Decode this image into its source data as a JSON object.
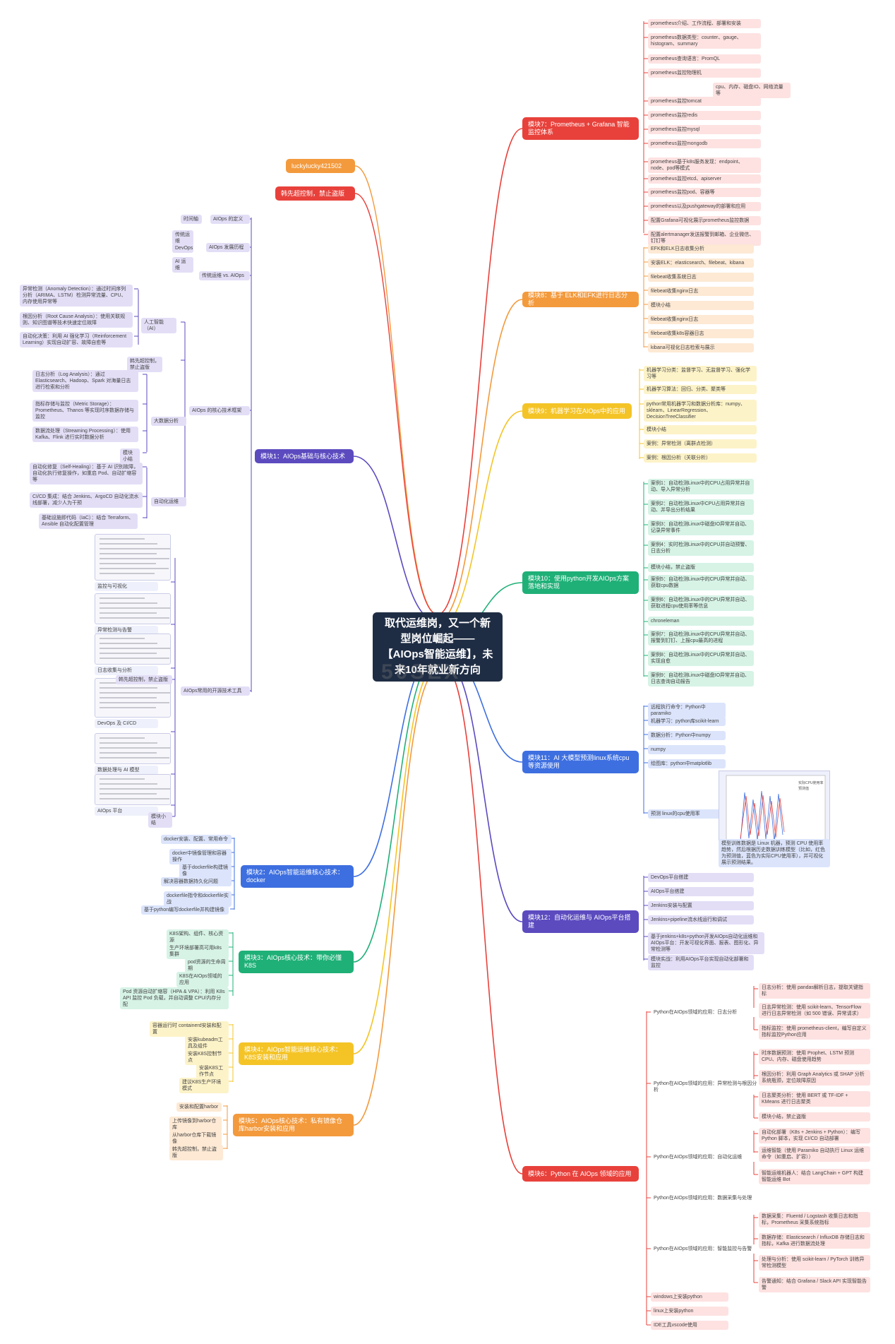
{
  "center": {
    "title": "取代运维岗，又一个新型岗位崛起——【AIOps智能运维】，未来10年就业新方向",
    "watermark": "50SEX"
  },
  "colors": {
    "red": "#e8413b",
    "orange": "#f39a3d",
    "yellow": "#f4c427",
    "green": "#1fb077",
    "blue": "#3e6fe0",
    "purple": "#5b4bbf",
    "center": "#1f2d44"
  },
  "left_top": [
    {
      "label": "luckylucky421502",
      "color": "orange"
    },
    {
      "label": "韩先超控制，禁止盗版",
      "color": "red"
    }
  ],
  "modules": {
    "m1": {
      "label": "模块1：AIOps基础与核心技术"
    },
    "m2": {
      "label": "模块2：AIOps智能运维核心技术：docker"
    },
    "m3": {
      "label": "模块3：AIOps核心技术：带你必懂K8S"
    },
    "m4": {
      "label": "模块4：AIOps智能运维核心技术：K8S安装和应用"
    },
    "m5": {
      "label": "模块5：AIOps核心技术：私有镜像仓库harbor安装和应用"
    },
    "m6": {
      "label": "模块6：Python 在 AIOps 领域的应用"
    },
    "m7": {
      "label": "模块7：Prometheus + Grafana 智能监控体系"
    },
    "m8": {
      "label": "模块8：基于 ELK和EFK进行日志分析"
    },
    "m9": {
      "label": "模块9：机器学习在AIOps中的应用"
    },
    "m10": {
      "label": "模块10：使用python开发AIOps方案落地和实现"
    },
    "m11": {
      "label": "模块11：AI 大模型预测linux系统cpu等资源使用"
    },
    "m12": {
      "label": "模块12：自动化运维与 AIOps平台搭建"
    }
  },
  "m7_items": [
    "prometheus介绍、工作流程、部署和安装",
    "prometheus数据类型：counter、gauge、histogram、summary",
    "prometheus查询语言：PromQL",
    "prometheus监控物理机",
    "cpu、内存、磁盘IO、网络流量等",
    "prometheus监控tomcat",
    "prometheus监控redis",
    "prometheus监控mysql",
    "prometheus监控mongodb",
    "prometheus基于k8s服务发现：endpoint、node、pod等模式",
    "prometheus监控etcd、apiserver",
    "prometheus监控pod、容器等",
    "prometheus以及pushgateway的部署和应用",
    "配置Grafana可视化展示prometheus监控数据",
    "配置alertmanager发送报警到邮箱、企业微信、钉钉等"
  ],
  "m8_items": [
    "EFK和ELK日志收集分析",
    "安装ELK：elasticsearch、filebeat、kibana",
    "filebeat收集系统日志",
    "filebeat收集nginx日志",
    "模块小结",
    "filebeat收集nginx日志",
    "filebeat收集k8s容器日志",
    "kibana可视化日志检索与展示"
  ],
  "m9_items": [
    "机器学习分类：监督学习、无监督学习、强化学习等",
    "机器学习算法：回归、分类、聚类等",
    "python常用机器学习和数据分析库：numpy、sklearn、LinearRegression、DecisionTreeClassifier",
    "模块小结",
    "案例：异常检测（离群点检测）",
    "案例：根因分析（关联分析）"
  ],
  "m10_items": [
    "案例1：自动检测Linux中的CPU占用异常并自动、导入异常分析",
    "案例2：自动检测Linux中CPU占用异常并自动、并导出分析结果",
    "案例3：自动检测Linux中磁盘IO异常并自动、记录异常事件",
    "案例4：实时检测Linux中的CPU并自动预警、日志分析",
    "模块小结，禁止盗版",
    "案例5：自动检测Linux中的CPU异常并自动、获取cpu数据",
    "案例6：自动检测Linux中的CPU异常并自动、获取进程cpu使用率等信息",
    "chroneleman",
    "案例7：自动检测Linux中的CPU异常并自动、报警到钉钉、上报cpu最高的进程",
    "案例8：自动检测Linux中的CPU异常并自动、实现自愈",
    "案例9：自动检测Linux中磁盘IO异常并自动、日志查询自动报告"
  ],
  "m11_items": [
    "远程执行命令：Python中paramiko",
    "机器学习：python库scikit-learn",
    "数据分析：Python中numpy",
    "numpy",
    "绘图库：python中matplotlib",
    "预测 linux的cpu使用率"
  ],
  "m11_caption": "模型训练数据是 Linux 机器，预测 CPU 使用率趋势，然后根据历史数据训练模型（比如，红色为预测值，蓝色为实际CPU使用率），并可视化展示预测结果。",
  "m12_items": [
    "DevOps平台搭建",
    "AIOps平台搭建",
    "Jenkins安装与配置",
    "Jenkins+pipeline流水线运行和调试",
    "基于jenkins+k8s+python开发AIOps自动化运维和AIOps平台：开发可视化界面、报表、图形化、异常检测等",
    "模块实战：利用AIOps平台实现自动化部署和监控"
  ],
  "m6_groups": [
    {
      "label": "Python在AIOps领域的应用：日志分析",
      "items": [
        "日志分析：使用 pandas解析日志，提取关键指标",
        "日志异常检测：使用 scikit-learn、TensorFlow 进行日志异常检测（如 500 错误、异常请求）",
        "指标监控：使用 prometheus-client，编写自定义指标监控Python应用"
      ]
    },
    {
      "label": "Python在AIOps领域的应用：异常检测与根因分析",
      "items": [
        "时序数据预测：使用 Prophet、LSTM 预测 CPU、内存、磁盘使用趋势",
        "根因分析：利用 Graph Analytics 或 SHAP 分析系统瓶颈，定位故障原因",
        "日志聚类分析：使用 BERT 或 TF-IDF + KMeans 进行日志聚类",
        "模块小结，禁止盗版"
      ]
    },
    {
      "label": "Python在AIOps领域的应用：自动化运维",
      "items": [
        "自动化部署（K8s + Jenkins + Python）：编写 Python 脚本，实现 CI/CD 自动部署",
        "运维智能（使用 Paramiko 自动执行 Linux 运维命令（如重启、扩容））",
        "智能运维机器人：结合 LangChain + GPT 构建智能运维 Bot"
      ]
    },
    {
      "label": "Python在AIOps领域的应用：数据采集与处理",
      "items": []
    },
    {
      "label": "Python在AIOps领域的应用：智能监控与告警",
      "items": [
        "数据采集：Fluentd / Logstash 收集日志和指标，Prometheus 采集系统指标",
        "数据存储：Elasticsearch / InfluxDB 存储日志和指标，Kafka 进行数据流处理",
        "处理与分析：使用 scikit-learn / PyTorch 训练异常检测模型",
        "告警通知：结合 Grafana / Slack API 实现智能告警"
      ]
    }
  ],
  "m6_tail": [
    "windows上安装python",
    "linux上安装python",
    "IDE工具vscode使用"
  ],
  "m1": {
    "b1": {
      "label": "AIOps 的定义",
      "items": [
        "时间轴"
      ]
    },
    "b2": {
      "label": "AIOps 发展历程",
      "items": [
        "传统运维",
        "DevOps",
        "AI 运维"
      ]
    },
    "b3": {
      "label": "传统运维 vs. AIOps"
    },
    "b4": {
      "label": "AIOps 的核心技术框架",
      "groups": [
        {
          "label": "人工智能（AI）",
          "items": [
            "异常检测（Anomaly Detection）：通过时间序列分析（ARIMA、LSTM）检测异常流量、CPU、内存使用异常等",
            "根因分析（Root Cause Analysis）：使用关联规则、知识图谱等技术快速定位故障",
            "自动化决策：利用 AI 强化学习（Reinforcement Learning）实现自动扩容、故障自愈等"
          ]
        },
        {
          "label": "韩先超控制，禁止盗版",
          "items": []
        },
        {
          "label": "大数据分析",
          "items": [
            "日志分析（Log Analysis）：通过 Elasticsearch、Hadoop、Spark 对海量日志进行检索和分析",
            "指标存储与监控（Metric Storage）：Prometheus、Thanos 等实现时序数据存储与监控",
            "数据流处理（Streaming Processing）：使用 Kafka、Flink 进行实时数据分析",
            "模块小结"
          ]
        },
        {
          "label": "自动化运维",
          "items": [
            "自动化修复（Self-Healing）：基于 AI 识别故障，自动化执行修复操作，如重启 Pod、自动扩缩容等",
            "CI/CD 集成：结合 Jenkins、ArgoCD 自动化流水线部署，减少人为干预",
            "基础设施即代码（IaC）：结合 Terraform、Ansible 自动化配置管理"
          ]
        }
      ]
    },
    "b5": {
      "label": "AIOps常用的开源技术工具",
      "items": [
        "监控与可视化",
        "异常检测与告警",
        "日志收集与分析",
        "韩先超控制，禁止盗版",
        "DevOps 及 CI/CD",
        "数据处理与 AI 模型",
        "AIOps 平台",
        "模块小结"
      ]
    }
  },
  "m2_items": [
    "docker安装、配置、常用命令",
    "docker中镜像管理和容器操作",
    "基于dockerfile构建镜像",
    "解决容器数据持久化问题",
    "dockerfile指令和dockerfile实战",
    "基于python编写dockerfile并构建镜像"
  ],
  "m3_items": [
    "K8S架构、组件、核心资源",
    "生产环境部署高可用k8s集群",
    "pod资源的生命周期",
    "K8S在AIOps领域的应用",
    "Pod 资源自动扩缩容（HPA & VPA）：利用 K8s API 监控 Pod 负载，并自动调整 CPU/内存分配"
  ],
  "m4_items": [
    "容器运行时 containerd安装和配置",
    "安装kubeadm工具及组件",
    "安装K8S控制节点",
    "安装K8S工作节点",
    "建议K8S生产环境模式"
  ],
  "m5_items": [
    "安装和配置harbor",
    "上传镜像到harbor仓库",
    "从harbor仓库下载镜像",
    "韩先超控制，禁止盗版"
  ],
  "m11_chart": {
    "legend": [
      "实际CPU使用率",
      "预测值"
    ]
  }
}
